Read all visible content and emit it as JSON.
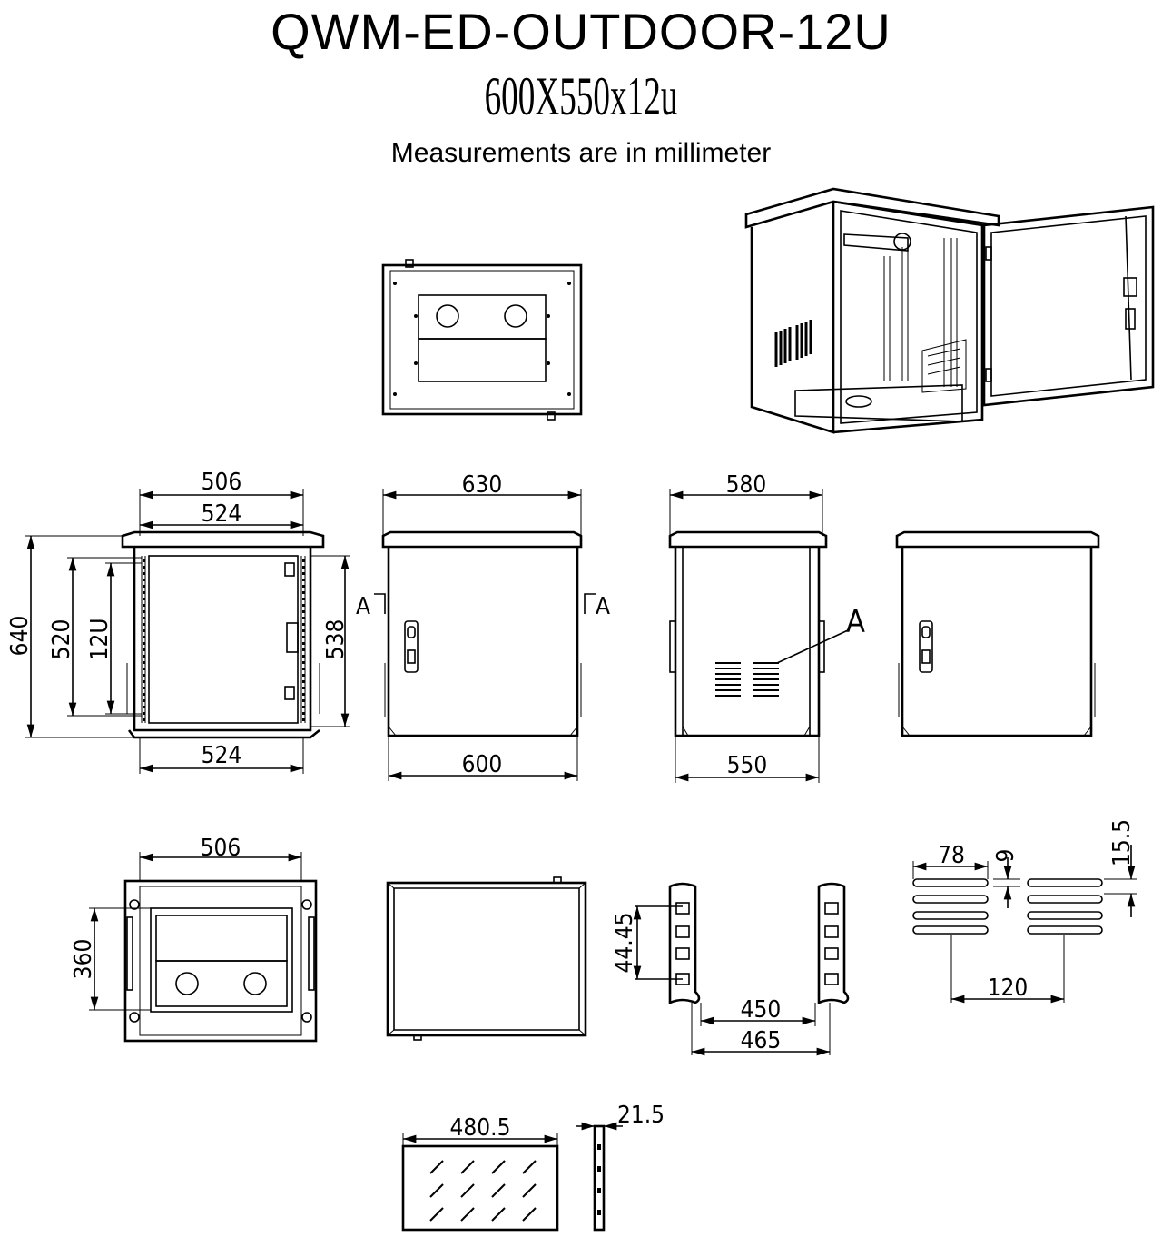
{
  "header": {
    "model": "QWM-ED-OUTDOOR-12U",
    "size": "600X550x12u",
    "units_note": "Measurements are in millimeter"
  },
  "dimensions": {
    "front_top_width": "506",
    "front_inner_width": "524",
    "front_bottom_width": "524",
    "front_height": "640",
    "front_rail_height": "520",
    "front_units": "12U",
    "front_inner_height": "538",
    "door_top_width": "630",
    "door_bottom_width": "600",
    "side_top_width": "580",
    "side_bottom_width": "550",
    "section_label": "A",
    "bottom_width": "506",
    "bottom_depth": "360",
    "rail_pitch": "44.45",
    "rail_inner": "450",
    "rail_outer": "465",
    "vent_width": "78",
    "vent_gap": "9",
    "vent_pitch": "15.5",
    "vent_spacing": "120",
    "shelf_width": "480.5",
    "shelf_thickness": "21.5"
  }
}
